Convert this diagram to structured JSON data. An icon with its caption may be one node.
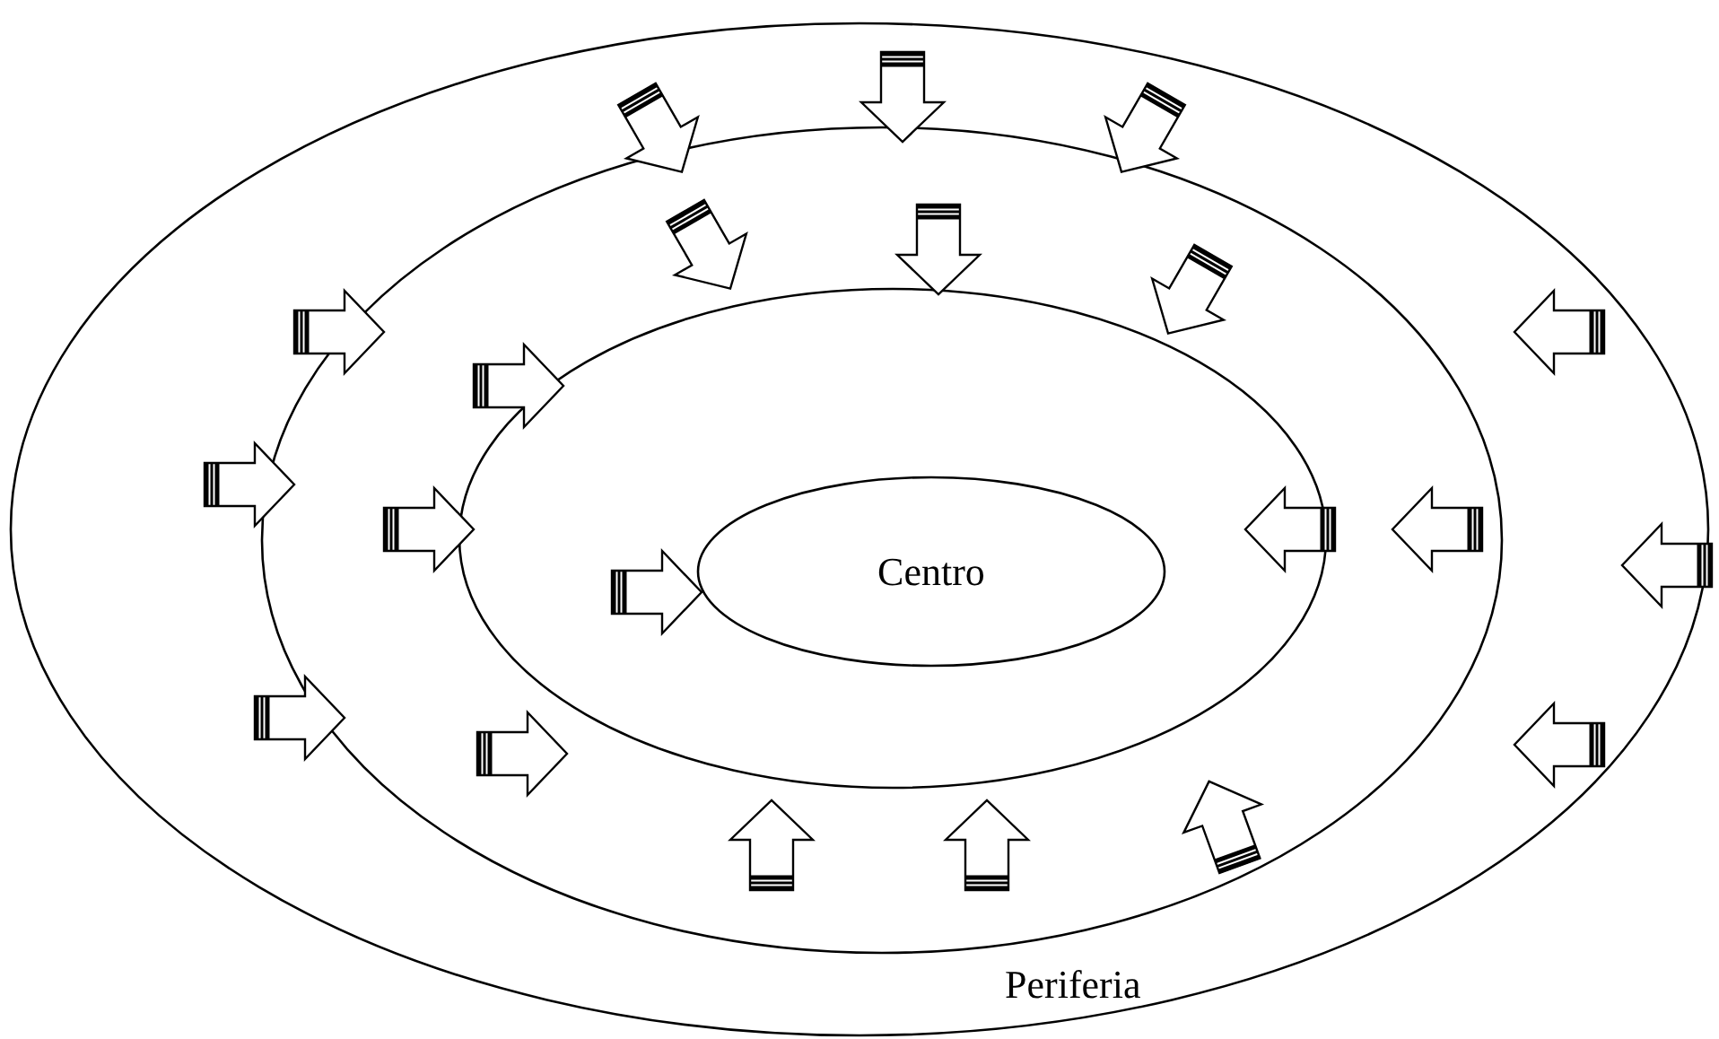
{
  "diagram": {
    "nodes": [
      {
        "text": [
          "Periferia"
        ]
      },
      {
        "text": [],
        "shape": "ellipse",
        "in": 0
      },
      {
        "text": [],
        "shape": "ellipse",
        "in": 1
      },
      {
        "text": [
          "Centro"
        ],
        "in": 2
      }
    ]
  }
}
